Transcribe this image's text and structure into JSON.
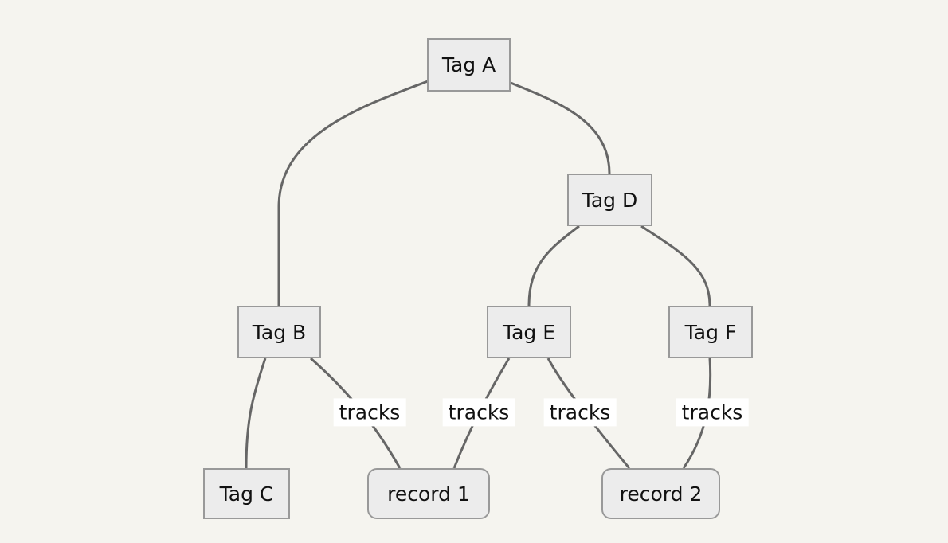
{
  "diagram": {
    "type": "graph",
    "nodes": {
      "tag_a": {
        "label": "Tag A",
        "shape": "rectangle"
      },
      "tag_b": {
        "label": "Tag B",
        "shape": "rectangle"
      },
      "tag_c": {
        "label": "Tag C",
        "shape": "rectangle"
      },
      "tag_d": {
        "label": "Tag D",
        "shape": "rectangle"
      },
      "tag_e": {
        "label": "Tag E",
        "shape": "rectangle"
      },
      "tag_f": {
        "label": "Tag F",
        "shape": "rectangle"
      },
      "record_1": {
        "label": "record 1",
        "shape": "rounded-rectangle"
      },
      "record_2": {
        "label": "record 2",
        "shape": "rounded-rectangle"
      }
    },
    "edges": [
      {
        "from": "tag_a",
        "to": "tag_b",
        "label": ""
      },
      {
        "from": "tag_a",
        "to": "tag_d",
        "label": ""
      },
      {
        "from": "tag_d",
        "to": "tag_e",
        "label": ""
      },
      {
        "from": "tag_d",
        "to": "tag_f",
        "label": ""
      },
      {
        "from": "tag_b",
        "to": "tag_c",
        "label": ""
      },
      {
        "from": "tag_b",
        "to": "record_1",
        "label": "tracks"
      },
      {
        "from": "tag_e",
        "to": "record_1",
        "label": "tracks"
      },
      {
        "from": "tag_e",
        "to": "record_2",
        "label": "tracks"
      },
      {
        "from": "tag_f",
        "to": "record_2",
        "label": "tracks"
      }
    ],
    "colors": {
      "background": "#f5f4ef",
      "node_fill": "#ececec",
      "node_border": "#999999",
      "edge": "#666666",
      "text": "#111111",
      "edge_label_bg": "#ffffff"
    }
  }
}
